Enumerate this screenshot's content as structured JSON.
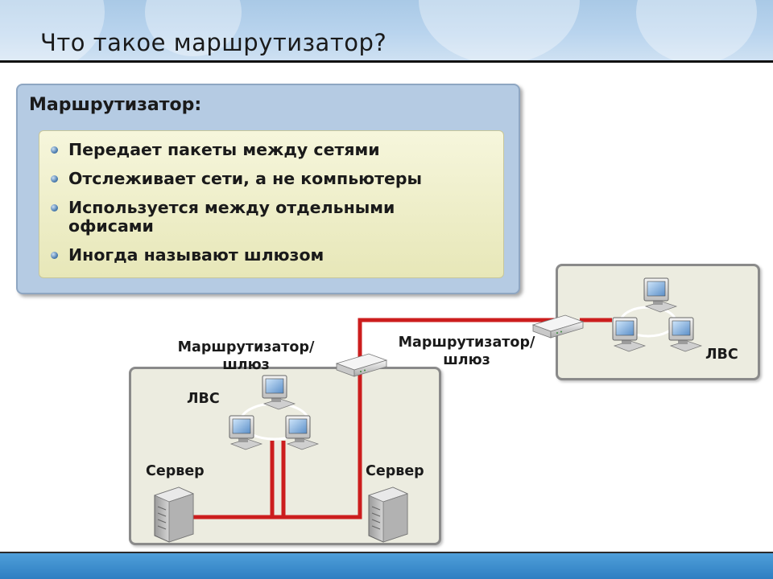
{
  "slide": {
    "title": "Что такое маршрутизатор?"
  },
  "definition": {
    "heading": "Маршрутизатор:",
    "items": [
      "Передает пакеты между сетями",
      "Отслеживает сети, а не компьютеры",
      "Используется между отдельными офисами",
      "Иногда называют шлюзом"
    ]
  },
  "diagram": {
    "router_left_label": "Маршрутизатор/ шлюз",
    "router_right_label": "Маршрутизатор/ шлюз",
    "lan_left_label": "ЛВС",
    "lan_right_label": "ЛВС",
    "server_left_label": "Сервер",
    "server_right_label": "Сервер",
    "link_color": "#cc1d1d"
  }
}
